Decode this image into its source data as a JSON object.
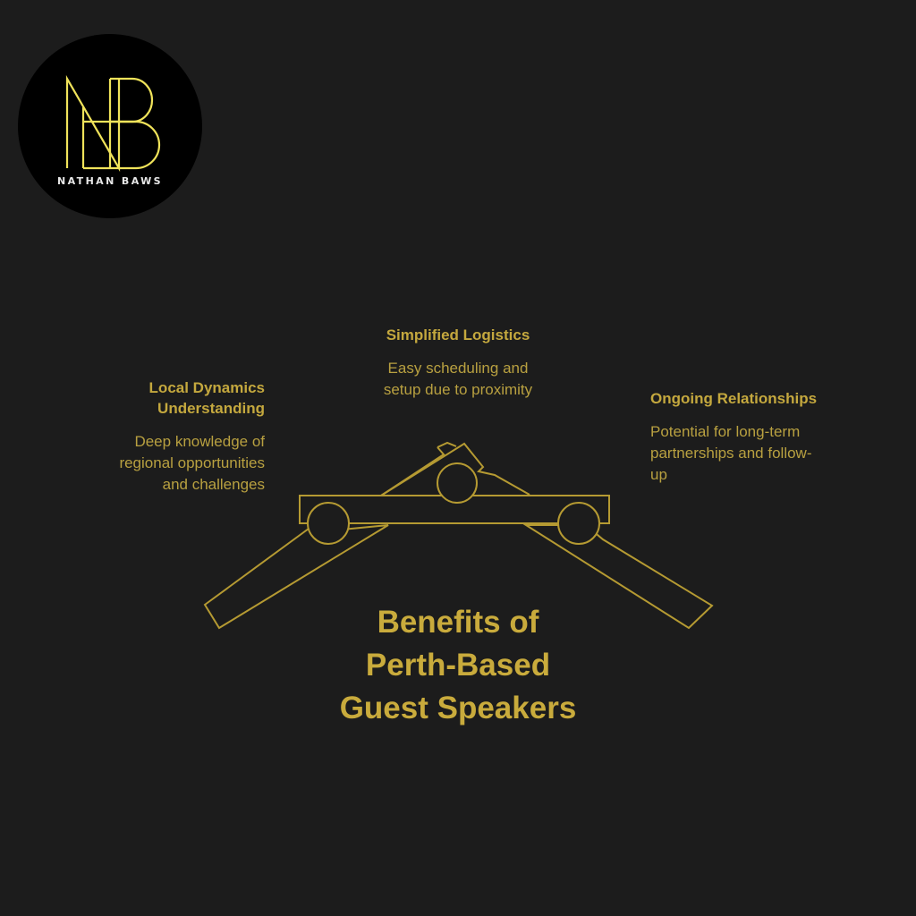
{
  "logo": {
    "monogram": "NB",
    "name": "NATHAN BAWS",
    "colors": {
      "background": "#000000",
      "monogram": "#f0e35a",
      "text": "#e8e8e8"
    }
  },
  "diagram": {
    "title_lines": [
      "Benefits of",
      "Perth-Based",
      "Guest Speakers"
    ],
    "benefits": [
      {
        "title_lines": [
          "Local Dynamics",
          "Understanding"
        ],
        "desc_lines": [
          "Deep knowledge of",
          "regional opportunities",
          "and challenges"
        ]
      },
      {
        "title_lines": [
          "Simplified Logistics"
        ],
        "desc_lines": [
          "Easy scheduling and",
          "setup due to proximity"
        ]
      },
      {
        "title_lines": [
          "Ongoing Relationships"
        ],
        "desc_lines": [
          "Potential for long-term",
          "partnerships and follow-",
          "up"
        ]
      }
    ],
    "icon": "lever-fulcrum-balance-icon",
    "colors": {
      "background": "#1c1c1c",
      "accent": "#c4a83e",
      "line": "#b59a32"
    }
  }
}
